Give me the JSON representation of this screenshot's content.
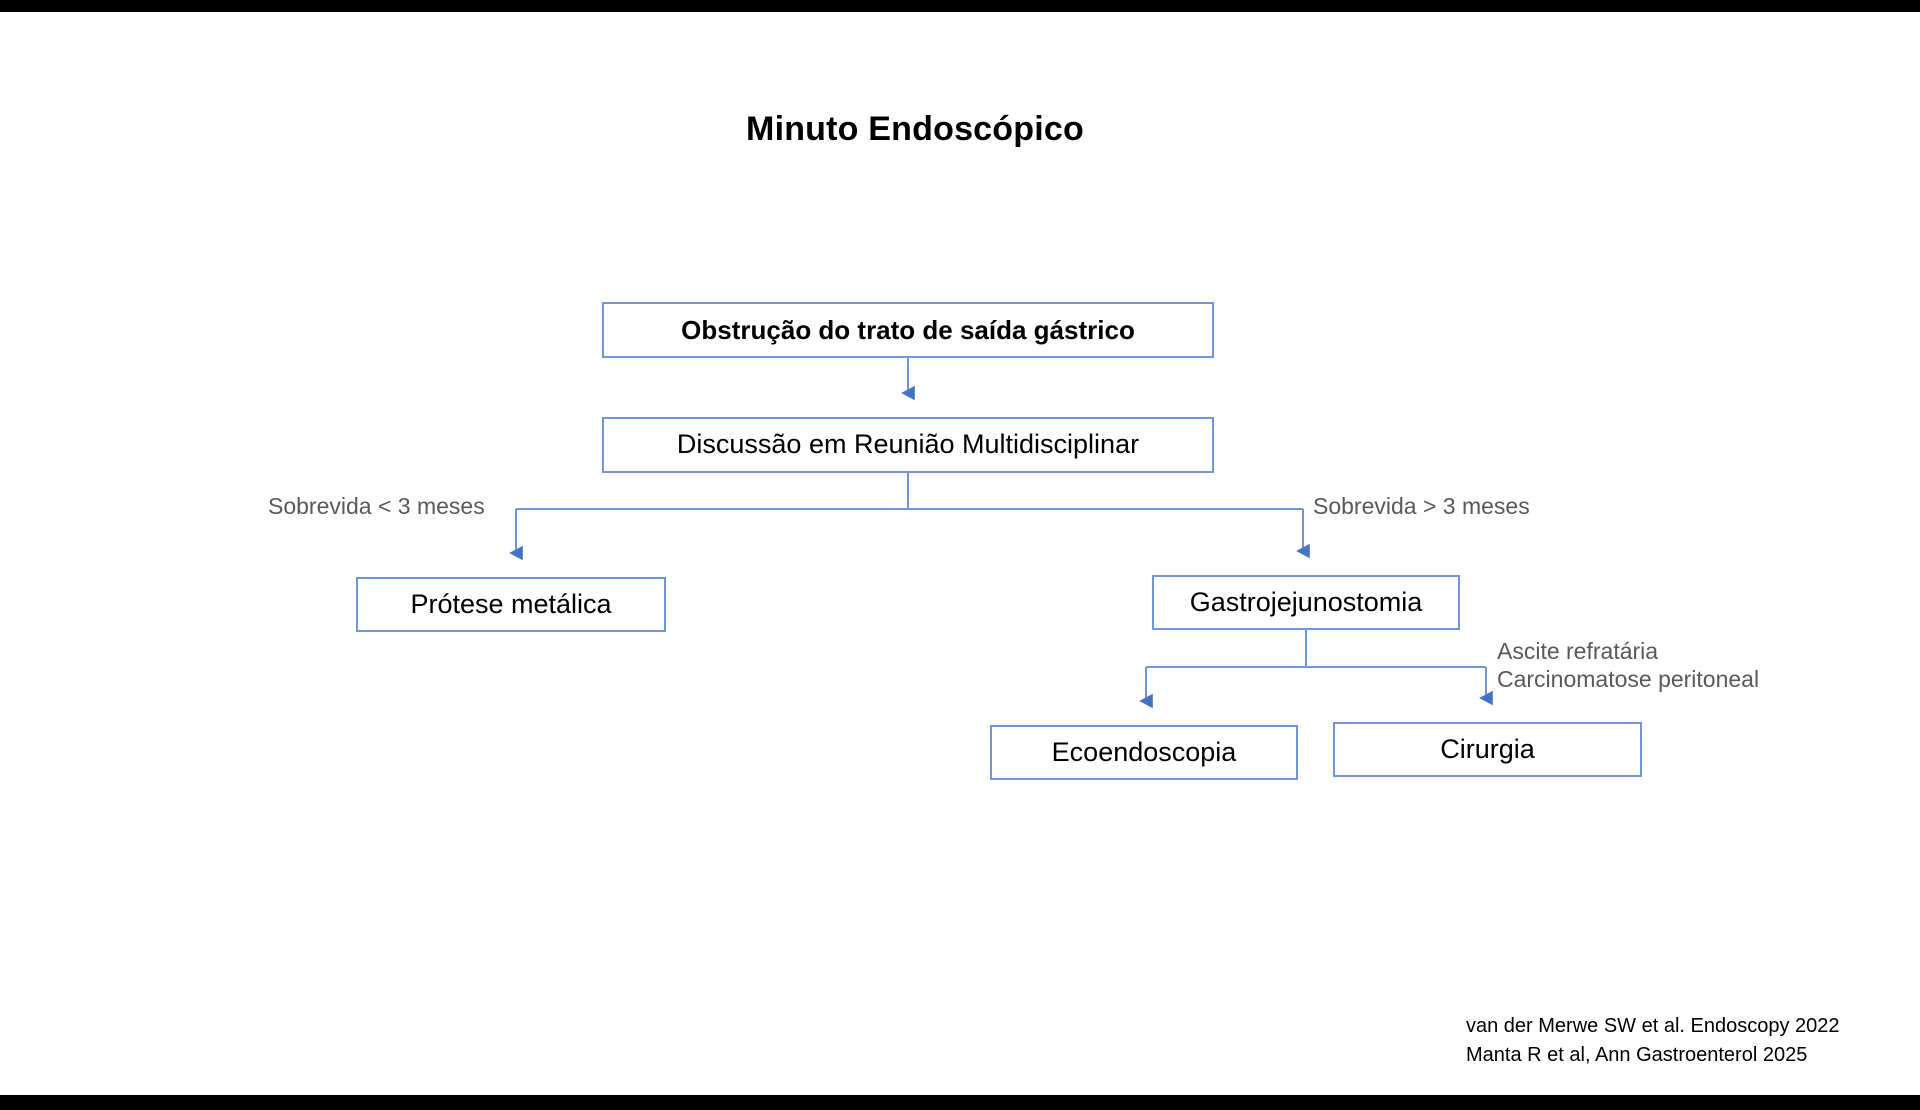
{
  "slide": {
    "title": "Minuto Endoscópico",
    "accent_color": "#7295d4",
    "label_color": "#595959",
    "background_color": "#ffffff",
    "letterbox_color": "#000000"
  },
  "nodes": {
    "obstrucao": "Obstrução do trato de saída gástrico",
    "discussao": "Discussão em Reunião Multidisciplinar",
    "protese": "Prótese metálica",
    "gastrojejunostomia": "Gastrojejunostomia",
    "ecoendoscopia": "Ecoendoscopia",
    "cirurgia": "Cirurgia"
  },
  "edge_labels": {
    "sobrevida_menor": "Sobrevida < 3 meses",
    "sobrevida_maior": "Sobrevida > 3 meses",
    "ascite": "Ascite refratária",
    "carcinomatose": "Carcinomatose peritoneal"
  },
  "references": {
    "line1": "van der Merwe SW et al. Endoscopy 2022",
    "line2": "Manta R et al, Ann Gastroenterol 2025"
  }
}
